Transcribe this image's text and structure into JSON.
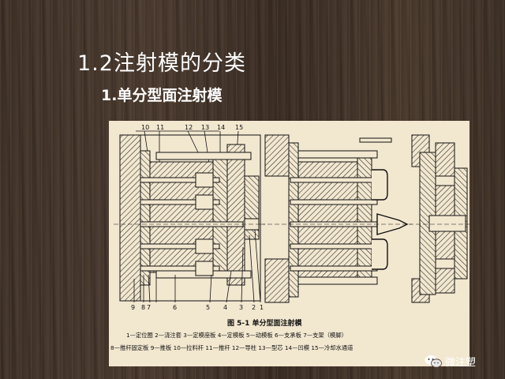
{
  "slide": {
    "title": "1.2注射模的分类",
    "subtitle": "1.单分型面注射模"
  },
  "figure": {
    "part_numbers_top": [
      "10",
      "11",
      "12",
      "13",
      "14",
      "15"
    ],
    "part_numbers_bottom": [
      "9",
      "8",
      "7",
      "6",
      "5",
      "4",
      "3",
      "2",
      "1"
    ],
    "caption": "图 5-1   单分型面注射模",
    "legend_line1": "1—定位圈   2—浇注套   3—定模座板   4—定模板   5—动模板   6—支承板   7—支架（模脚）",
    "legend_line2": "8—推杆固定板   9—推板   10—拉料杆   11—推杆   12—导柱   13—型芯   14—凹模   15—冷却水通道"
  },
  "watermark": {
    "text": "微注塑",
    "icon": "wechat-icon"
  }
}
